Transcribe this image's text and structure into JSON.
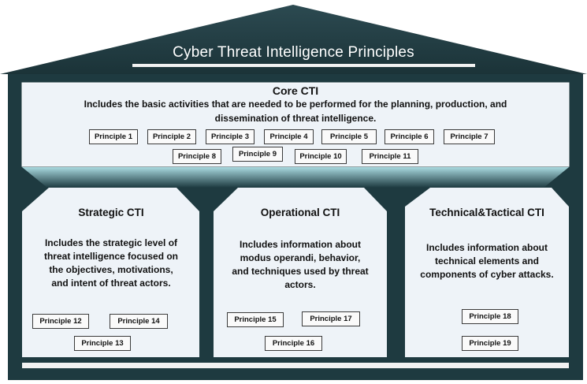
{
  "header": {
    "title": "Cyber Threat Intelligence Principles"
  },
  "core": {
    "title": "Core CTI",
    "description_line1": "Includes the basic activities that are needed to be performed for the planning, production, and",
    "description_line2": "dissemination of threat intelligence.",
    "principles": [
      "Principle 1",
      "Principle 2",
      "Principle 3",
      "Principle 4",
      "Principle 5",
      "Principle 6",
      "Principle 7",
      "Principle 8",
      "Principle 9",
      "Principle 10",
      "Principle 11"
    ]
  },
  "pillars": [
    {
      "title": "Strategic CTI",
      "description": [
        "Includes the strategic level of",
        "threat intelligence focused on",
        "the objectives, motivations,",
        "and intent of threat actors."
      ],
      "principles": [
        "Principle 12",
        "Principle 14",
        "Principle 13"
      ]
    },
    {
      "title": "Operational CTI",
      "description": [
        "Includes information about",
        "modus operandi, behavior,",
        "and techniques used by threat",
        "actors."
      ],
      "principles": [
        "Principle 15",
        "Principle 17",
        "Principle 16"
      ]
    },
    {
      "title": "Technical&Tactical CTI",
      "description": [
        "Includes information about",
        "technical elements and",
        "components of cyber attacks."
      ],
      "principles": [
        "Principle 18",
        "Principle 19"
      ]
    }
  ],
  "colors": {
    "frame": "#1e3a40",
    "panel": "#eef3f8",
    "gradient_light": "#a7d8de"
  }
}
